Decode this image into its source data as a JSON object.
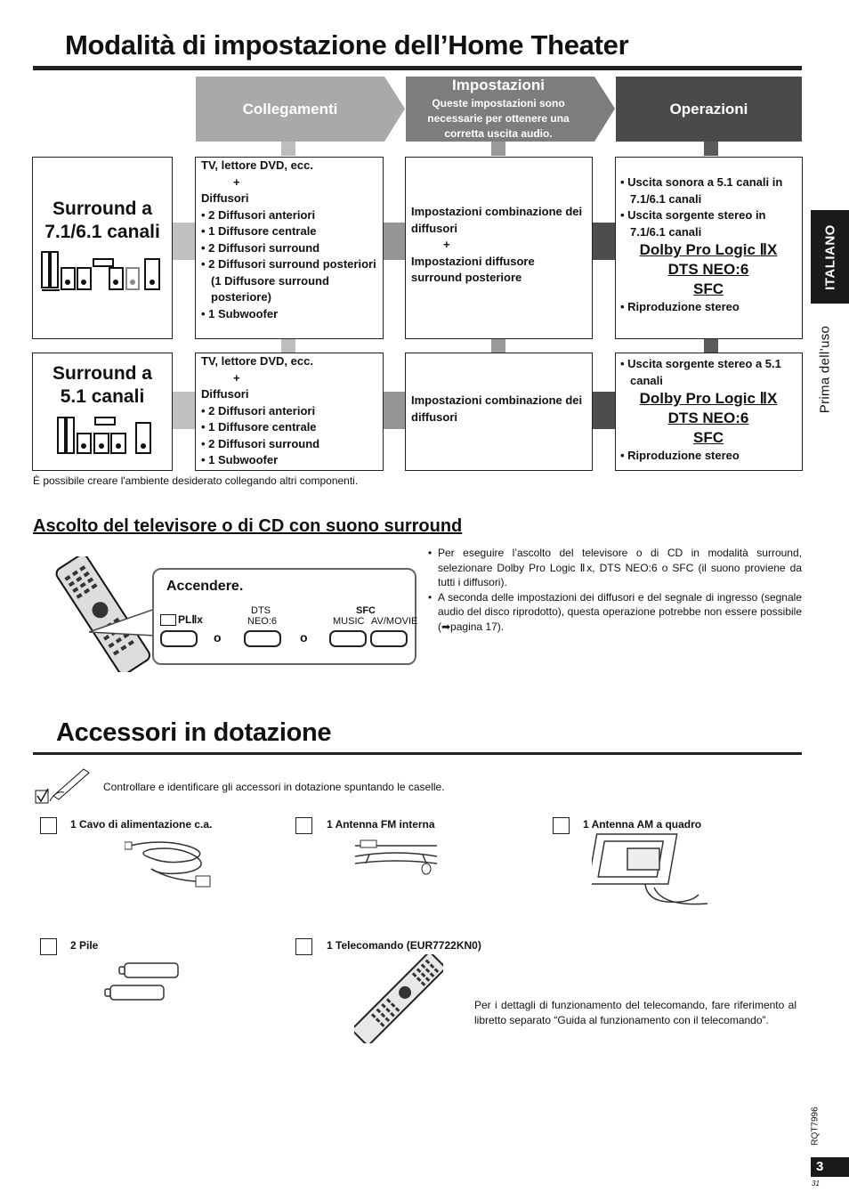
{
  "page": {
    "title": "Modalità di impostazione dell’Home Theater",
    "side_tab": "ITALIANO",
    "side_section": "Prima dell’uso",
    "doc_code": "RQT7996",
    "page_number": "3",
    "page_sub": "31"
  },
  "flow": {
    "col1": "Collegamenti",
    "col2_title": "Impostazioni",
    "col2_desc": "Queste impostazioni sono necessarie per ottenere una corretta uscita audio.",
    "col3": "Operazioni"
  },
  "rows": [
    {
      "label": "Surround a 7.1/6.1 canali",
      "conn_head": "TV, lettore DVD, ecc.",
      "plus": "+",
      "speakers_head": "Diffusori",
      "speakers": [
        "• 2 Diffusori anteriori",
        "• 1 Diffusore centrale",
        "• 2 Diffusori surround",
        "• 2 Diffusori surround posteriori (1 Diffusore surround posteriore)",
        "• 1 Subwoofer"
      ],
      "settings_1": "Impostazioni combinazione dei diffusori",
      "settings_plus": "+",
      "settings_2": "Impostazioni diffusore surround posteriore",
      "ops_top": [
        "• Uscita sonora a 5.1 canali in 7.1/6.1 canali",
        "• Uscita sorgente stereo in 7.1/6.1 canali"
      ],
      "formats": [
        "Dolby Pro Logic ⅡX",
        "DTS NEO:6",
        "SFC"
      ],
      "ops_bottom": "• Riproduzione stereo"
    },
    {
      "label": "Surround a 5.1 canali",
      "conn_head": "TV, lettore DVD, ecc.",
      "plus": "+",
      "speakers_head": "Diffusori",
      "speakers": [
        "• 2 Diffusori anteriori",
        "• 1 Diffusore centrale",
        "• 2 Diffusori surround",
        "• 1 Subwoofer"
      ],
      "settings_1": "Impostazioni combinazione dei diffusori",
      "ops_top": [
        "• Uscita sorgente stereo a 5.1 canali"
      ],
      "formats": [
        "Dolby Pro Logic ⅡX",
        "DTS NEO:6",
        "SFC"
      ],
      "ops_bottom": "• Riproduzione stereo"
    }
  ],
  "table_note": "È possibile creare l'ambiente desiderato collegando altri componenti.",
  "listening": {
    "heading": "Ascolto del televisore o di CD con suono surround",
    "callout_title": "Accendere.",
    "btn_dts_top": "DTS",
    "btn_dts": "NEO:6",
    "btn_pl": "PLⅡx",
    "btn_sfc": "SFC",
    "btn_music": "MUSIC",
    "btn_movie": "AV/MOVIE",
    "or_1": "o",
    "or_2": "o",
    "bullets": [
      "Per eseguire l’ascolto del televisore o di CD in modalità surround, selezionare Dolby Pro Logic Ⅱx, DTS NEO:6 o SFC (il suono proviene da tutti i diffusori).",
      "A seconda delle impostazioni dei diffusori e del segnale di ingresso (segnale audio del disco riprodotto), questa operazione potrebbe non essere possibile (➡pagina 17)."
    ]
  },
  "accessories": {
    "title": "Accessori in dotazione",
    "intro": "Controllare e identificare gli accessori in dotazione spuntando le caselle.",
    "items": [
      "1 Cavo di alimentazione c.a.",
      "1 Antenna FM interna",
      "1 Antenna AM a quadro",
      "2 Pile",
      "1 Telecomando (EUR7722KN0)"
    ],
    "remote_note": "Per i dettagli di funzionamento del telecomando, fare riferimento al libretto separato “Guida al funzionamento con il telecomando”."
  },
  "colors": {
    "col1": "#a9a9a9",
    "col2": "#7d7d7d",
    "col3": "#4a4a4a",
    "side_tab": "#1a1a1a"
  }
}
